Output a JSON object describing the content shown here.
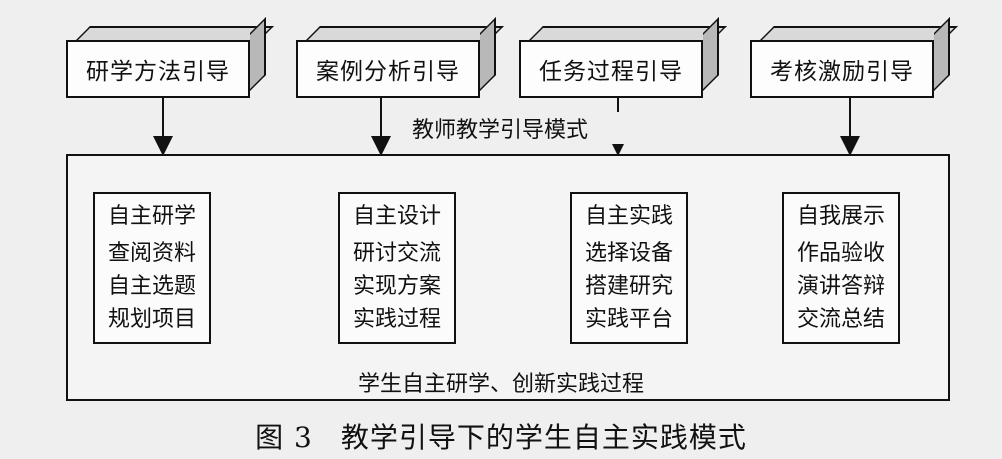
{
  "top_boxes": [
    "研学方法引导",
    "案例分析引导",
    "任务过程引导",
    "考核激励引导"
  ],
  "mode_label": "教师教学引导模式",
  "columns": [
    {
      "title": "自主研学",
      "items": [
        "查阅资料",
        "自主选题",
        "规划项目"
      ]
    },
    {
      "title": "自主设计",
      "items": [
        "研讨交流",
        "实现方案",
        "实践过程"
      ]
    },
    {
      "title": "自主实践",
      "items": [
        "选择设备",
        "搭建研究",
        "实践平台"
      ]
    },
    {
      "title": "自我展示",
      "items": [
        "作品验收",
        "演讲答辩",
        "交流总结"
      ]
    }
  ],
  "bottom_label": "学生自主研学、创新实践过程",
  "caption": {
    "number": "图 3",
    "text": "教学引导下的学生自主实践模式"
  }
}
